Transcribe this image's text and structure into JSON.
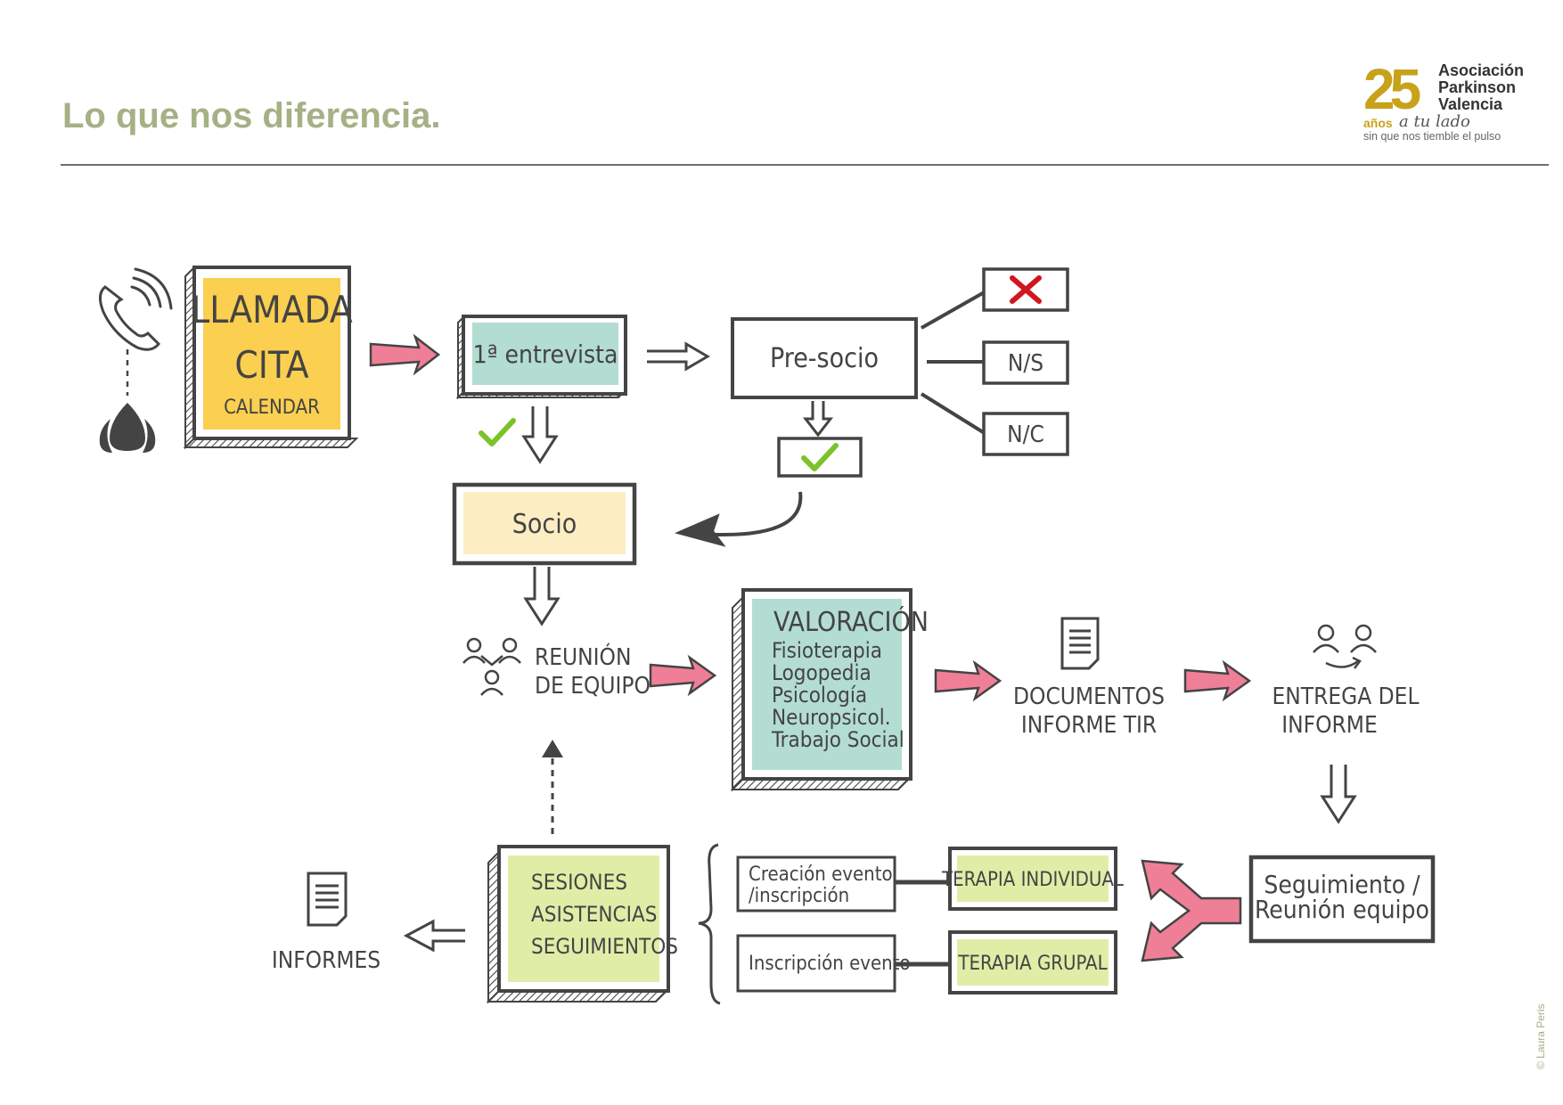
{
  "page": {
    "title": "Lo que nos diferencia.",
    "credit": "© Laura Peris"
  },
  "logo": {
    "number": "25",
    "line1": "Asociación",
    "line2": "Parkinson",
    "line3": "Valencia",
    "anos": "años",
    "lado": "a tu lado",
    "tagline": "sin que nos tiemble el pulso",
    "color": "#c7a21a"
  },
  "colors": {
    "yellow": "#fbcf4f",
    "teal": "#b3ddd2",
    "cream": "#fcedc3",
    "green": "#e0eda7",
    "pink": "#ef7f97",
    "check": "#7cc22a",
    "cross": "#d0171e",
    "stroke": "#444444"
  },
  "nodes": {
    "llamada": {
      "line1": "LLAMADA",
      "line2": "CITA",
      "line3": "CALENDAR"
    },
    "entrevista": "1ª entrevista",
    "presocio": "Pre-socio",
    "outcome_x": "",
    "ns": "N/S",
    "nc": "N/C",
    "socio": "Socio",
    "reunion": {
      "line1": "REUNIÓN",
      "line2": "DE EQUIPO"
    },
    "valoracion": {
      "title": "VALORACIÓN",
      "items": [
        "Fisioterapia",
        "Logopedia",
        "Psicología",
        "Neuropsicol.",
        "Trabajo Social"
      ]
    },
    "documentos": {
      "line1": "DOCUMENTOS",
      "line2": "INFORME TIR"
    },
    "entrega": {
      "line1": "ENTREGA DEL",
      "line2": "INFORME"
    },
    "seguimiento": {
      "line1": "Seguimiento /",
      "line2": "Reunión equipo"
    },
    "terapia_individual": "TERAPIA INDIVIDUAL",
    "terapia_grupal": "TERAPIA GRUPAL",
    "creacion": {
      "line1": "Creación evento",
      "line2": "/inscripción"
    },
    "inscripcion": "Inscripción evento",
    "sesiones": {
      "line1": "SESIONES",
      "line2": "ASISTENCIAS",
      "line3": "SEGUIMIENTOS"
    },
    "informes": "INFORMES"
  },
  "icons": [
    "phone-icon",
    "parkinson-drop-icon",
    "team-icon",
    "document-icon",
    "handover-icon",
    "check-icon",
    "cross-icon"
  ]
}
